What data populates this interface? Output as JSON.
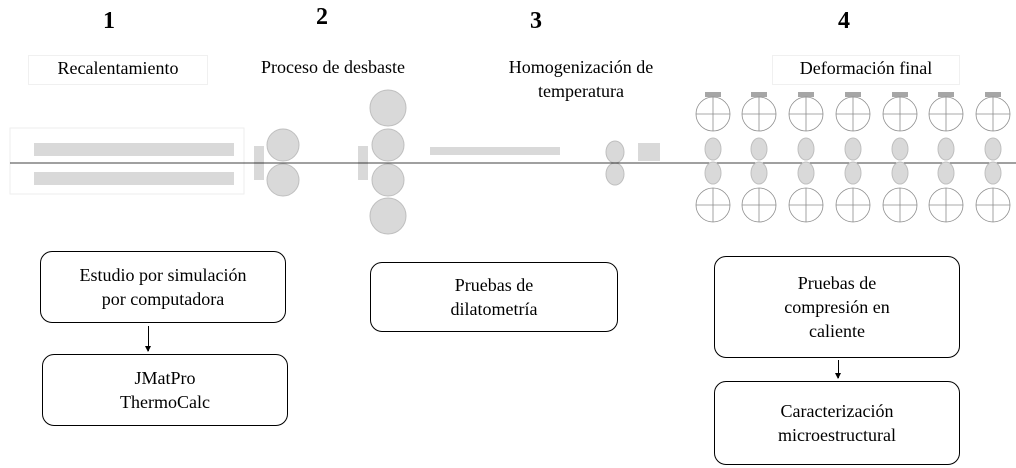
{
  "stages": [
    {
      "number": "1",
      "label_lines": [
        "Recalentamiento"
      ]
    },
    {
      "number": "2",
      "label_lines": [
        "Proceso de desbaste"
      ]
    },
    {
      "number": "3",
      "label_lines": [
        "Homogenización de",
        "temperatura"
      ]
    },
    {
      "number": "4",
      "label_lines": [
        "Deformación final"
      ]
    }
  ],
  "boxes": {
    "simulation": [
      "Estudio por simulación",
      "por computadora"
    ],
    "software": [
      "JMatPro",
      "ThermoCalc"
    ],
    "dilatometry": [
      "Pruebas de",
      "dilatometría"
    ],
    "compression": [
      "Pruebas de",
      "compresión en",
      "caliente"
    ],
    "characterization": [
      "Caracterización",
      "microestructural"
    ]
  },
  "colors": {
    "roll_fill": "#d9d9d9",
    "roll_stroke": "#bfbfbf",
    "line": "#000000",
    "box_border": "#000000"
  }
}
